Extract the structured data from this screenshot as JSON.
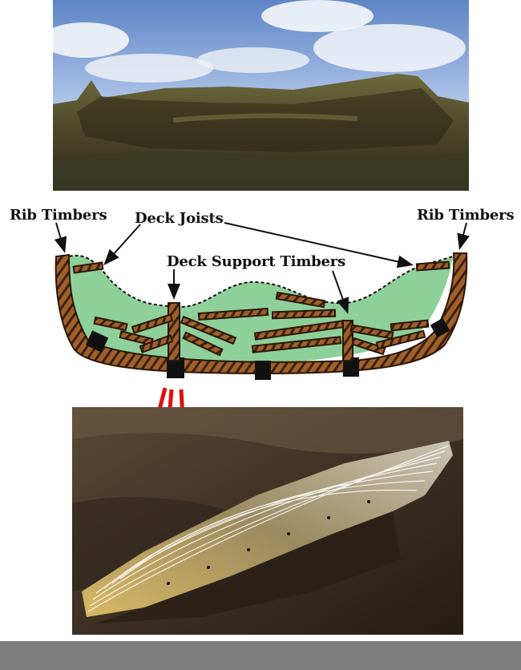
{
  "labels": {
    "rib_left": "Rib Timbers",
    "rib_right": "Rib Timbers",
    "deck_joists": "Deck Joists",
    "deck_support": "Deck Support Timbers"
  },
  "colors": {
    "hull_fill": "#8ed09a",
    "timber": "#a0602a",
    "timber_dark": "#2a1608",
    "arrow_red": "#e01010",
    "footer": "#7d7d7d"
  }
}
